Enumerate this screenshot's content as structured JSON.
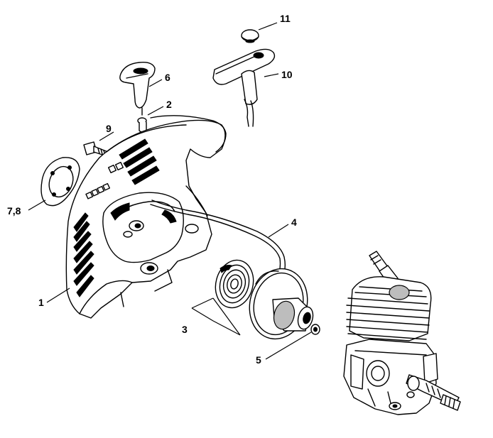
{
  "callouts": {
    "c1": "1",
    "c2": "2",
    "c3": "3",
    "c4": "4",
    "c5": "5",
    "c6": "6",
    "c78": "7,8",
    "c9": "9",
    "c10": "10",
    "c11": "11"
  }
}
